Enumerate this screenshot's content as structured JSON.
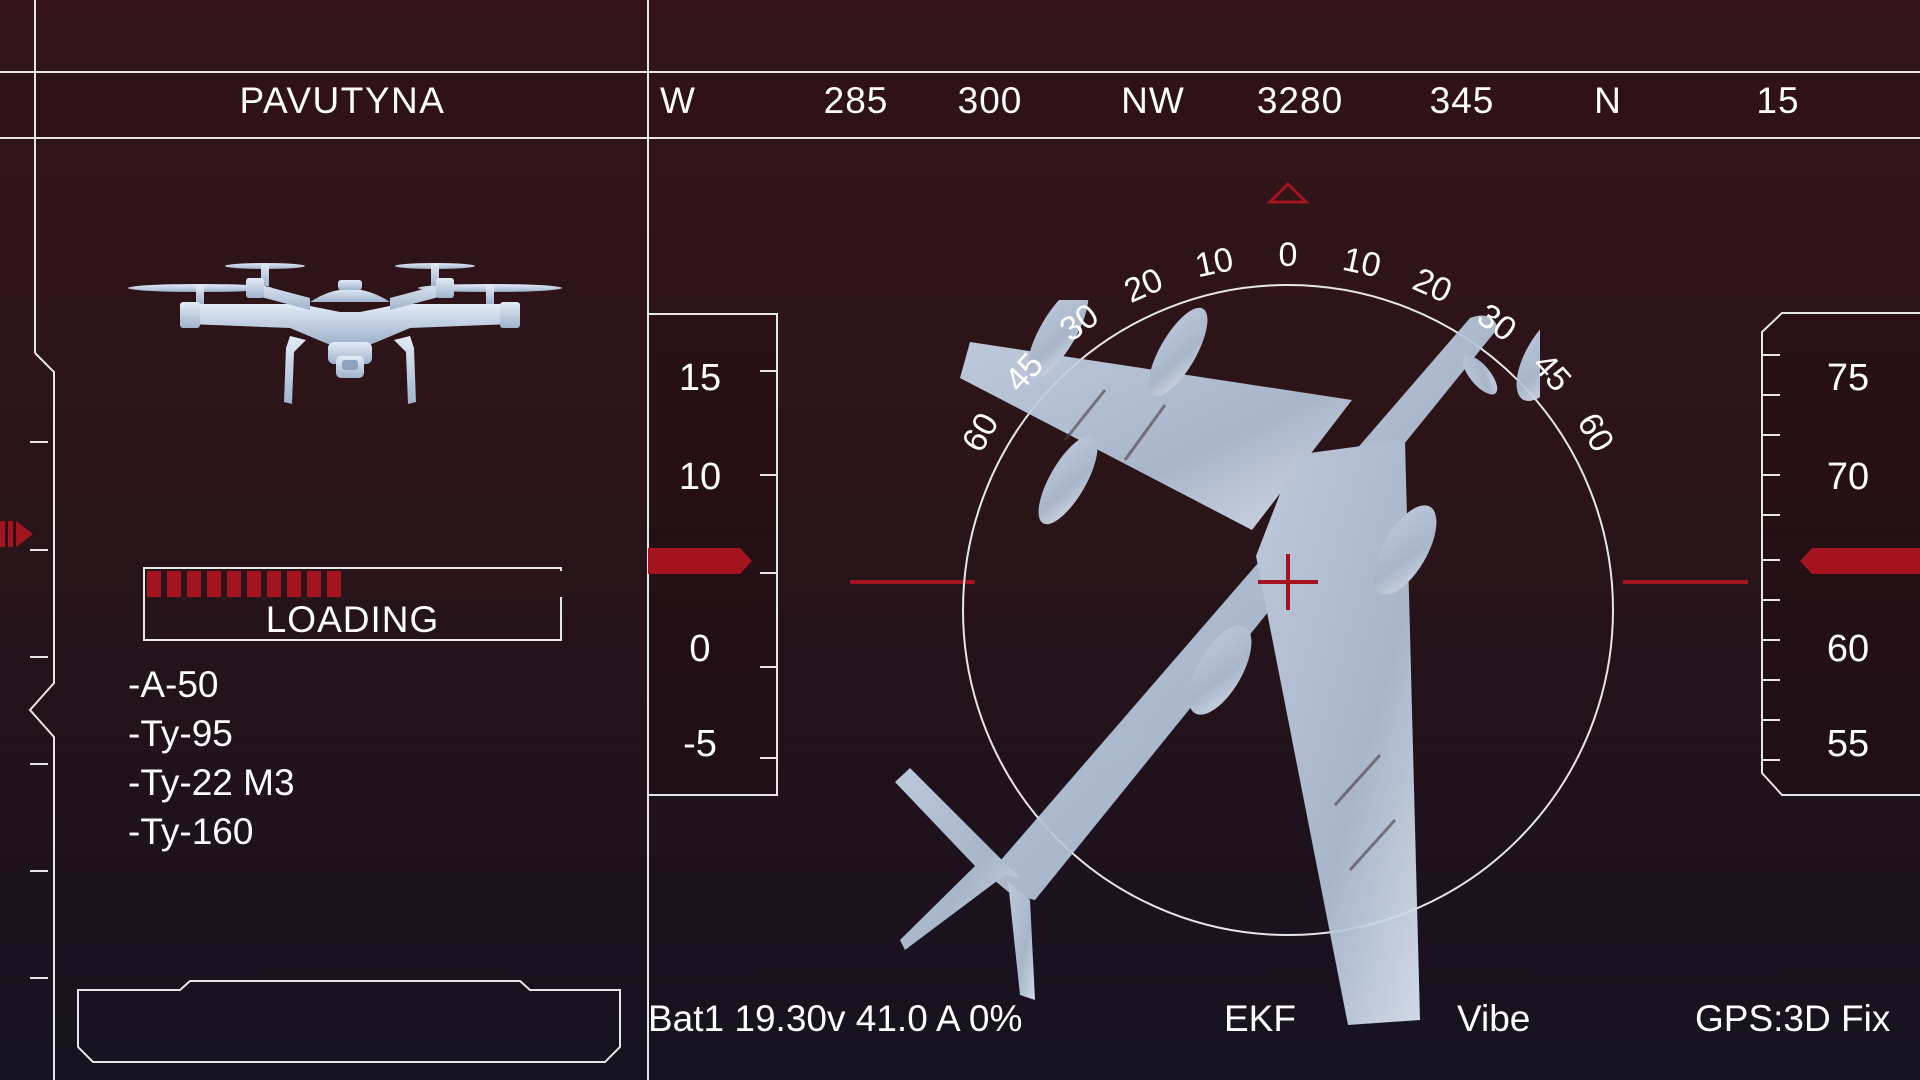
{
  "app": {
    "title": "PAVUTYNA"
  },
  "heading_tape": {
    "labels": [
      "W",
      "285",
      "300",
      "NW",
      "3280",
      "345",
      "N",
      "15"
    ]
  },
  "pitch_ladder": {
    "labels": [
      "60",
      "45",
      "30",
      "20",
      "10",
      "0",
      "10",
      "20",
      "30",
      "45",
      "60"
    ]
  },
  "altitude_tape": {
    "labels": [
      "15",
      "10",
      "0",
      "-5"
    ]
  },
  "speed_tape": {
    "labels": [
      "75",
      "70",
      "60",
      "55"
    ]
  },
  "loading": {
    "label": "LOADING",
    "progress": 0.5
  },
  "targets": [
    "-A-50",
    "-Ty-95",
    "-Ty-22 M3",
    "-Ty-160"
  ],
  "status": {
    "battery": "Bat1 19.30v 41.0 A 0%",
    "ekf": "EKF",
    "vibe": "Vibe",
    "gps": "GPS:3D Fix"
  },
  "colors": {
    "accent_red": "#a3141e",
    "line": "#e6e6e6",
    "silhouette": "#c3d2e6",
    "background": "#2c1519"
  },
  "icons": [
    "drone-icon",
    "bomber-aircraft-icon",
    "crosshair-icon",
    "heading-pointer-icon",
    "arrow-right-icon"
  ]
}
